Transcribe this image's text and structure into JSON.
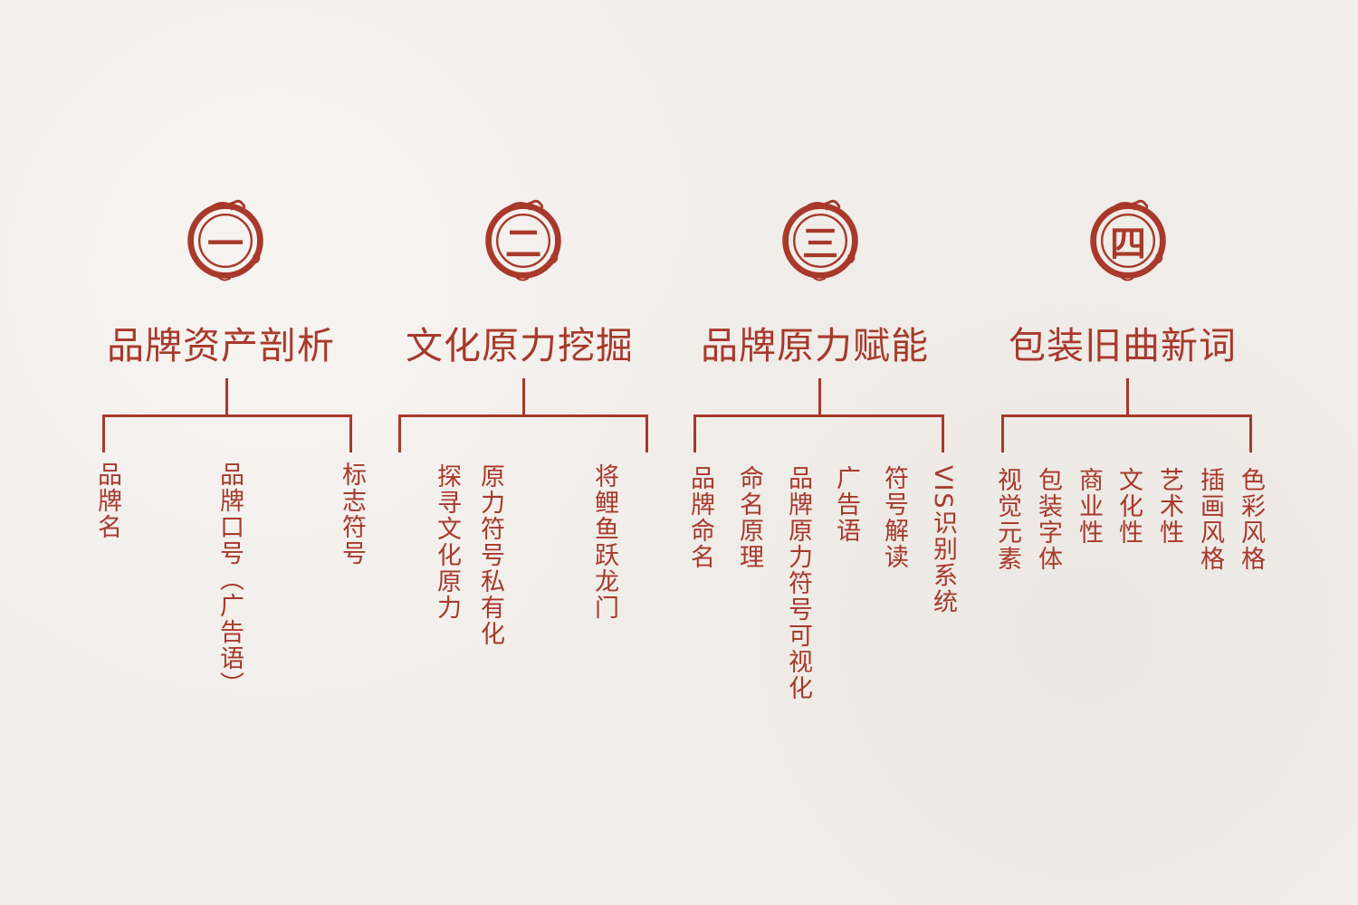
{
  "colors": {
    "background": "#f2eeea",
    "accent": "#a8392b"
  },
  "columns": [
    {
      "numeral": "一",
      "title": "品牌资产剖析",
      "items": [
        "品牌名",
        "品牌口号（广告语）",
        "标志符号"
      ]
    },
    {
      "numeral": "二",
      "title": "文化原力挖掘",
      "items": [
        "探寻文化原力",
        "原力符号私有化",
        "将鲤鱼跃龙门"
      ]
    },
    {
      "numeral": "三",
      "title": "品牌原力赋能",
      "items": [
        "品牌命名",
        "命名原理",
        "品牌原力符号可视化",
        "广告语",
        "符号解读",
        "VIS识别系统"
      ]
    },
    {
      "numeral": "四",
      "title": "包装旧曲新词",
      "items": [
        "视觉元素",
        "包装字体",
        "商业性",
        "文化性",
        "艺术性",
        "插画风格",
        "色彩风格"
      ]
    }
  ]
}
